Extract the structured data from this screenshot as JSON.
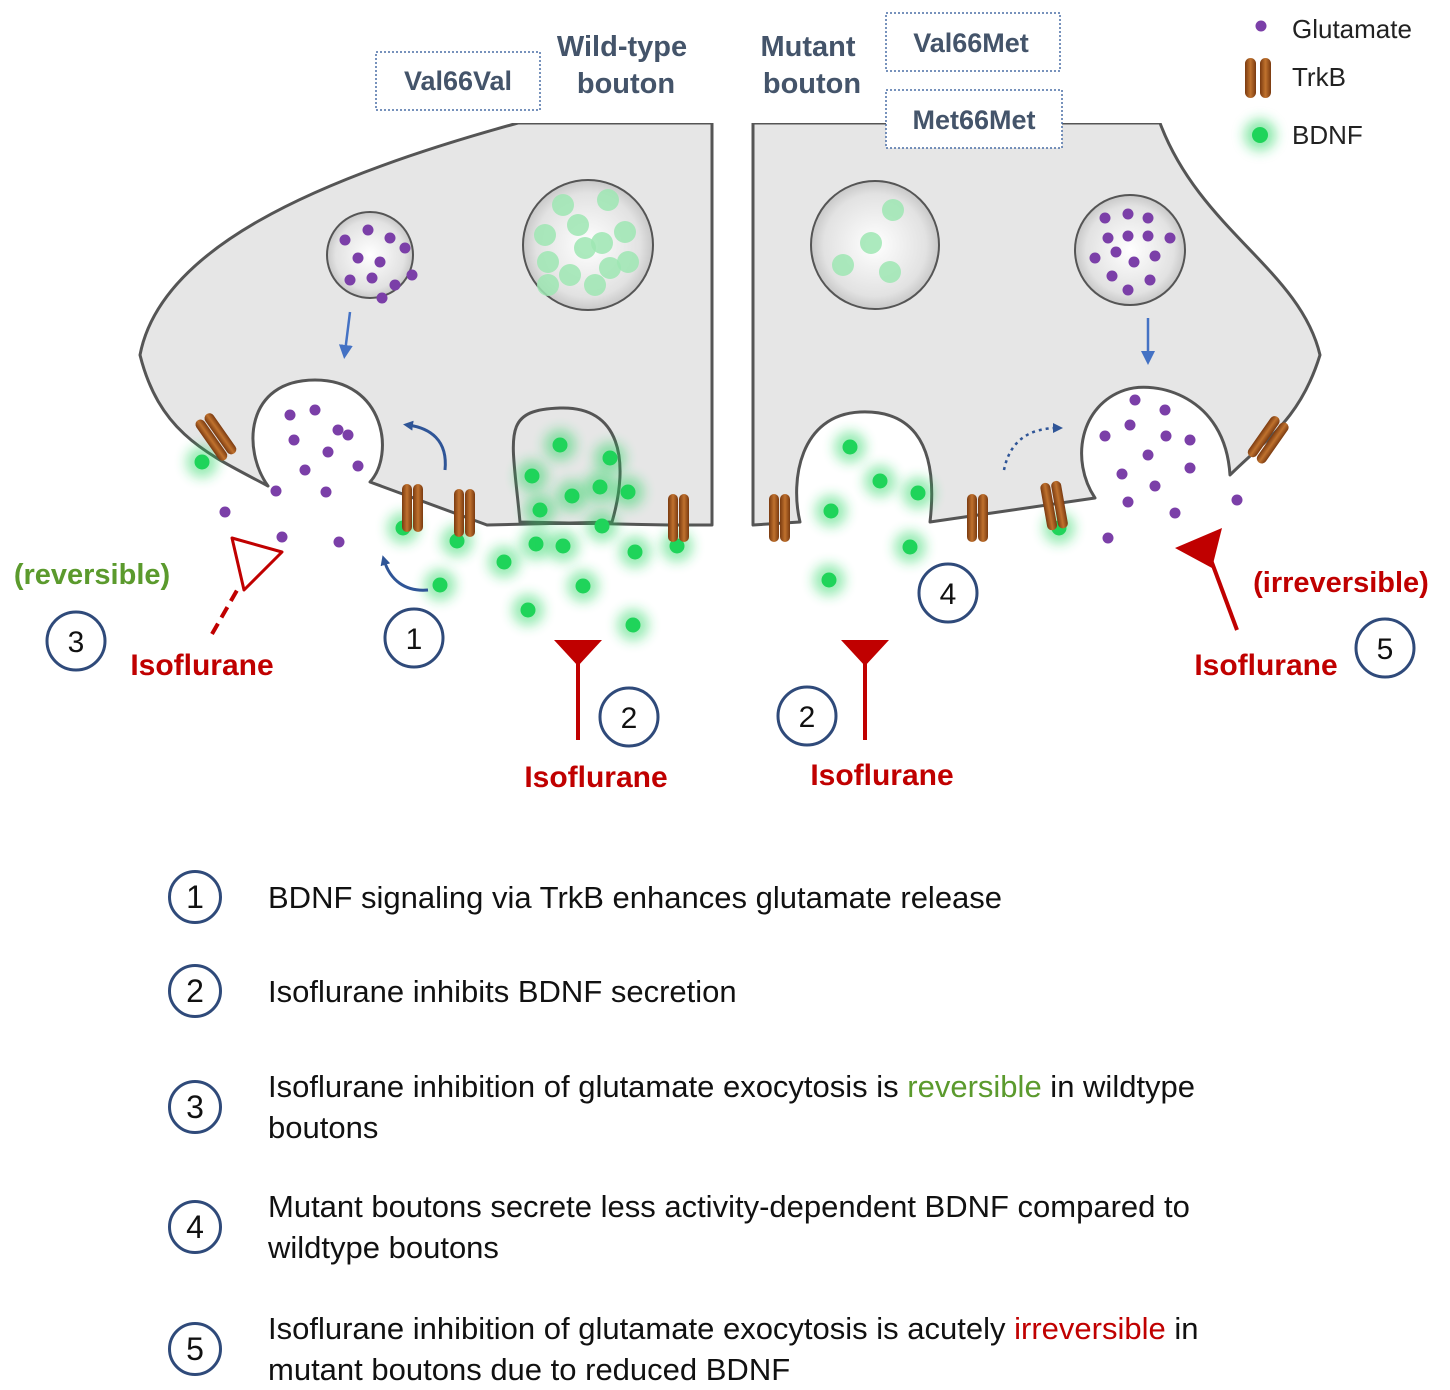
{
  "header": {
    "wildtype_genotype": "Val66Val",
    "wildtype_title_line1": "Wild-type",
    "wildtype_title_line2": "bouton",
    "mutant_title_line1": "Mutant",
    "mutant_title_line2": "bouton",
    "mutant_genotype_1": "Val66Met",
    "mutant_genotype_2": "Met66Met"
  },
  "key": {
    "glutamate": "Glutamate",
    "trkb": "TrkB",
    "bdnf": "BDNF"
  },
  "annotations": {
    "reversible": "(reversible)",
    "irreversible": "(irreversible)",
    "isoflurane": "Isoflurane",
    "n1": "1",
    "n2": "2",
    "n3": "3",
    "n4": "4",
    "n5": "5"
  },
  "colors": {
    "glutamate": "#7b3fa8",
    "bdnf": "#1fd45a",
    "trkb": "#a0541e",
    "inhibitor": "#c00000",
    "arrow": "#2f5597",
    "bouton_fill": "#e6e6e6"
  },
  "legend": [
    {
      "num": "1",
      "text": "BDNF signaling via TrkB enhances glutamate release"
    },
    {
      "num": "2",
      "text": "Isoflurane inhibits BDNF secretion"
    },
    {
      "num": "3",
      "text_before": "Isoflurane inhibition of glutamate exocytosis is ",
      "highlight": "reversible",
      "text_after": " in wildtype boutons"
    },
    {
      "num": "4",
      "text": "Mutant boutons secrete less activity-dependent BDNF compared to wildtype boutons"
    },
    {
      "num": "5",
      "text_before": "Isoflurane inhibition of glutamate exocytosis is acutely ",
      "highlight": "irreversible",
      "text_after": " in mutant boutons due to reduced BDNF"
    }
  ]
}
